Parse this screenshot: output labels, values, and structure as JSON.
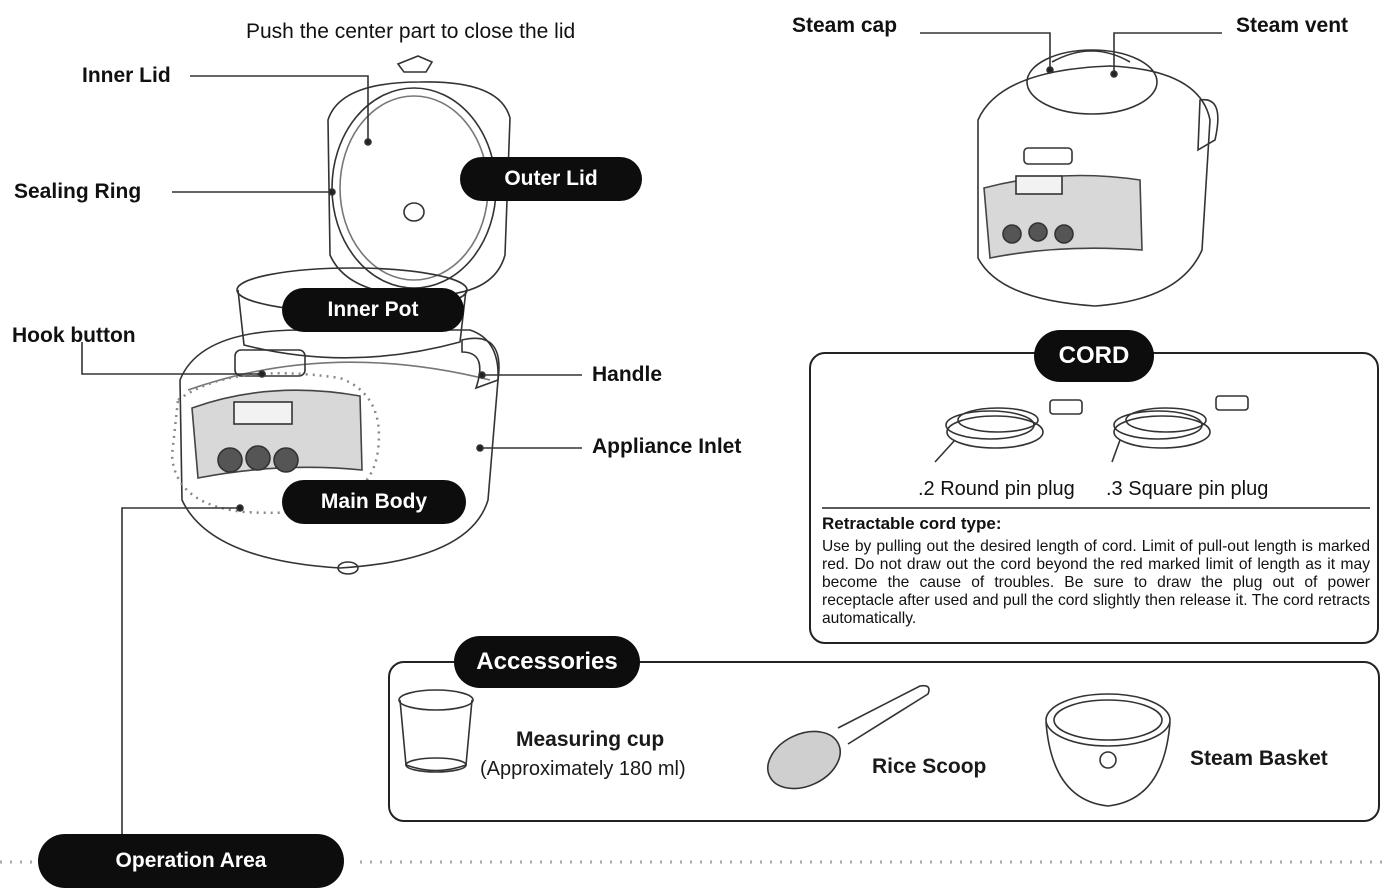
{
  "top_instruction": "Push the center part to close the lid",
  "labels": {
    "inner_lid": "Inner Lid",
    "sealing_ring": "Sealing Ring",
    "hook_button": "Hook button",
    "handle": "Handle",
    "appliance_inlet": "Appliance Inlet",
    "steam_cap": "Steam cap",
    "steam_vent": "Steam vent"
  },
  "pills": {
    "outer_lid": "Outer Lid",
    "inner_pot": "Inner Pot",
    "main_body": "Main Body",
    "operation_area": "Operation Area",
    "cord": "CORD",
    "accessories": "Accessories"
  },
  "cord": {
    "plug_round": ".2 Round pin plug",
    "plug_square": ".3 Square pin plug",
    "retractable_title": "Retractable cord type:",
    "retractable_text": "Use by pulling out the desired length of cord. Limit of pull-out length is marked red. Do not draw out the cord beyond the red marked limit of length as it may become the cause of troubles. Be sure to draw the plug out of power receptacle after used and pull the cord slightly then release it. The cord retracts automatically."
  },
  "accessories": {
    "measuring_cup": "Measuring cup",
    "measuring_cup_note": "(Approximately 180 ml)",
    "rice_scoop": "Rice Scoop",
    "steam_basket": "Steam Basket"
  }
}
